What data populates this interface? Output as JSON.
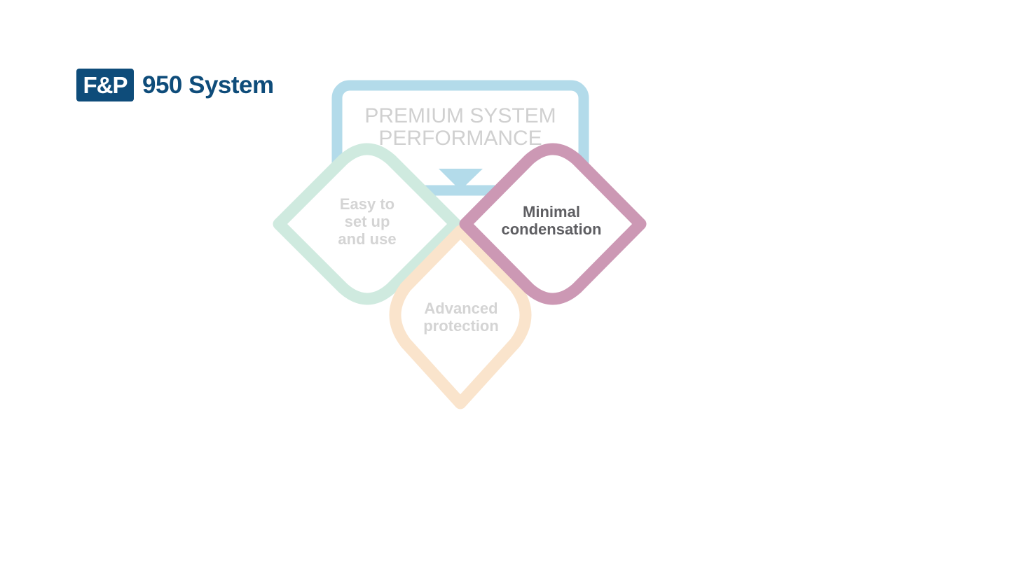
{
  "logo": {
    "badge": "F&P",
    "title": "950 System"
  },
  "diagram": {
    "header": {
      "line1": "PREMIUM SYSTEM",
      "line2": "PERFORMANCE",
      "color": "#b3dbea"
    },
    "items": [
      {
        "lines": [
          "Easy to",
          "set up",
          "and use"
        ],
        "color": "#cfeadf",
        "active": false
      },
      {
        "lines": [
          "Advanced",
          "protection"
        ],
        "color": "#fae4cc",
        "active": false
      },
      {
        "lines": [
          "Minimal",
          "condensation"
        ],
        "color": "#cc98b4",
        "active": true
      }
    ]
  }
}
